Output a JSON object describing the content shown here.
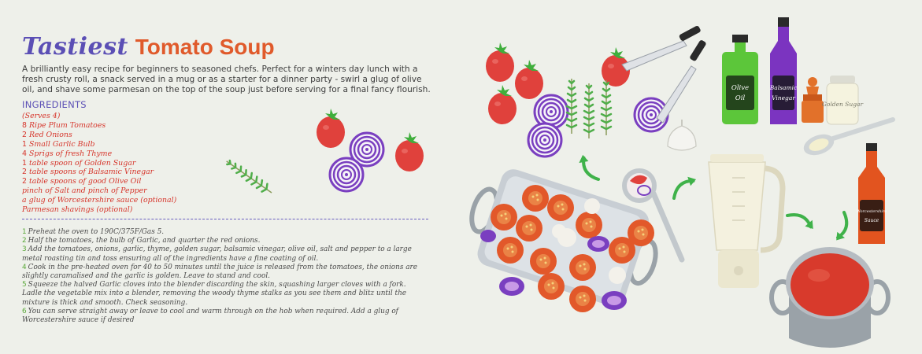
{
  "title": {
    "part1": "Tastiest",
    "part2": "Tomato Soup"
  },
  "intro": "A brilliantly easy recipe for beginners to seasoned chefs. Perfect for a winters day lunch with a fresh crusty roll, a snack served in a mug or as a starter for a dinner party - swirl a glug of olive oil, and shave some parmesan on the top of the soup just before serving for a final fancy flourish.",
  "ingredients_heading": "INGREDIENTS",
  "ingredients": [
    {
      "qty": "",
      "text": "(Serves 4)"
    },
    {
      "qty": "8",
      "text": "Ripe Plum Tomatoes"
    },
    {
      "qty": "2",
      "text": "Red Onions"
    },
    {
      "qty": "1",
      "text": "Small Garlic Bulb"
    },
    {
      "qty": "4",
      "text": "Sprigs of fresh Thyme"
    },
    {
      "qty": "1",
      "text": "table spoon of Golden Sugar"
    },
    {
      "qty": "2",
      "text": "table spoons of Balsamic Vinegar"
    },
    {
      "qty": "2",
      "text": "table spoons of good Olive Oil"
    },
    {
      "qty": "",
      "text": "pinch of Salt and pinch of Pepper"
    },
    {
      "qty": "",
      "text": "a glug of Worcestershire sauce (optional)"
    },
    {
      "qty": "",
      "text": "Parmesan shavings (optional)"
    }
  ],
  "steps": [
    {
      "n": "1",
      "text": "Preheat the oven to 190C/375F/Gas 5."
    },
    {
      "n": "2",
      "text": "Half the tomatoes, the bulb of Garlic, and quarter the red onions."
    },
    {
      "n": "3",
      "text": "Add the tomatoes, onions, garlic, thyme, golden sugar, balsamic vinegar, olive oil, salt and pepper to a large metal roasting tin and toss ensuring all of the ingredients have a fine coating of oil."
    },
    {
      "n": "4",
      "text": "Cook in the pre-heated oven for 40 to 50 minutes until the juice is released from the tomatoes, the onions are slightly caramalised and the garlic is golden. Leave to stand and cool."
    },
    {
      "n": "5",
      "text": "Squeeze the halved Garlic cloves into the blender discarding the skin, squashing larger cloves with a fork. Ladle the vegetable mix into a blender, removing the woody thyme stalks as you see them and blitz until the mixture is thick and smooth. Check seasoning."
    },
    {
      "n": "6",
      "text": "You can serve straight away or leave to cool and warm through on the hob when required. Add a glug of Worcestershire sauce if desired"
    }
  ],
  "bottle_labels": {
    "olive_oil": [
      "Olive",
      "Oil"
    ],
    "balsamic": [
      "Balsamic",
      "Vinegar"
    ],
    "sugar": [
      "Golden",
      "Sugar"
    ],
    "worcestershire": [
      "Worcestershire",
      "Sauce"
    ]
  },
  "colors": {
    "title_purple": "#5b4fb5",
    "title_orange": "#e05a2b",
    "ingredient_red": "#d6352b",
    "step_number_green": "#5aa83a",
    "tomato": "#e0413c",
    "onion": "#7a3fc0",
    "olive_bottle": "#5cc63a",
    "balsamic_bottle": "#7b34c0",
    "worcester_bottle": "#e2541f"
  }
}
